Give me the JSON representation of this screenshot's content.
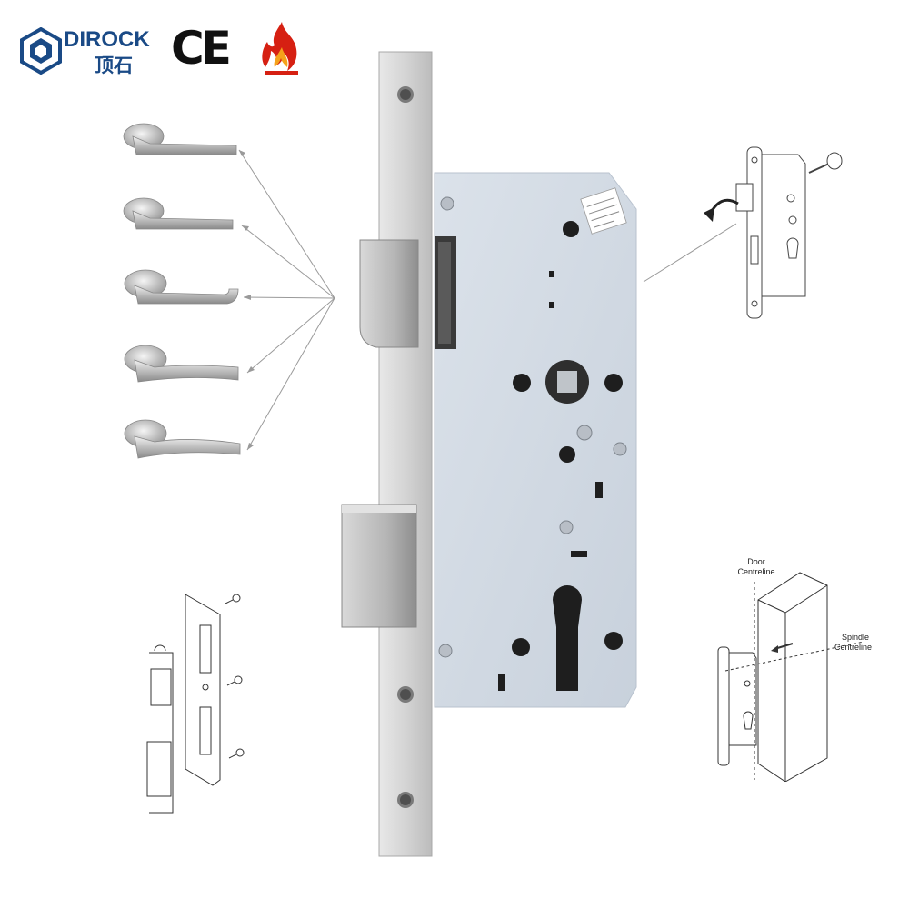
{
  "brand": {
    "name": "DIROCK",
    "name_cn": "顶石",
    "color": "#1a4a86"
  },
  "certification": {
    "ce_mark": "CE",
    "fire_rating_icon": "flame-icon"
  },
  "product": {
    "type": "mortise lock",
    "faceplate_color": "#d9d9d9",
    "case_color": "#d3dbe5",
    "handle_variants": 5
  },
  "diagram": {
    "door_centreline_label_1": "Door",
    "door_centreline_label_2": "Centreline",
    "spindle_centreline_label_1": "Spindle",
    "spindle_centreline_label_2": "Centreline"
  }
}
